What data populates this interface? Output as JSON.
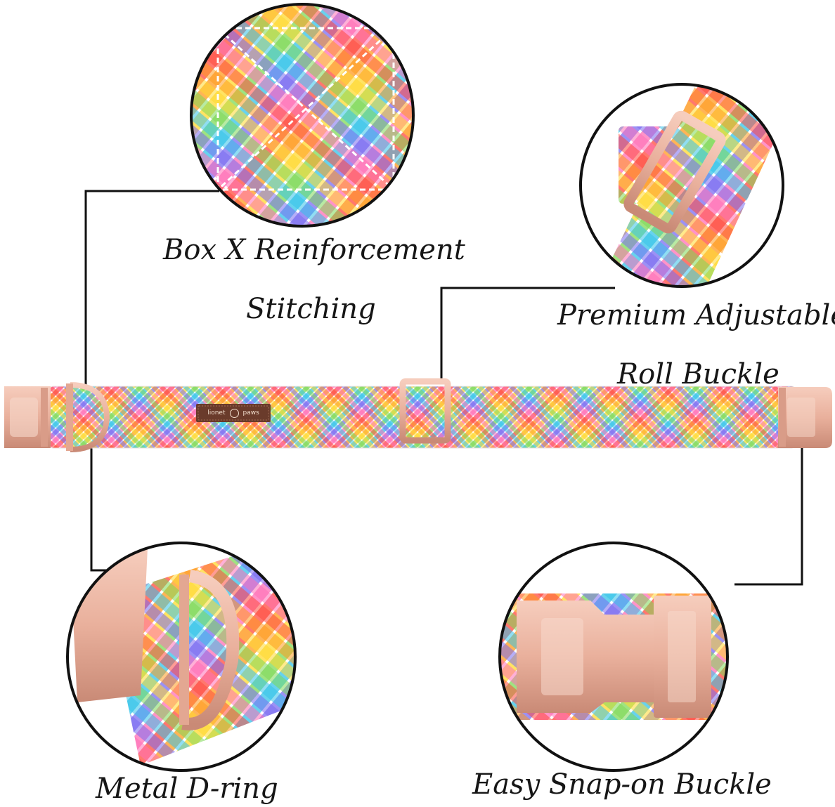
{
  "annotations": {
    "box_x": {
      "line1": "Box X Reinforcement",
      "line2": "Stitching"
    },
    "adjustable": {
      "line1": "Premium Adjustable",
      "line2": "Roll Buckle"
    },
    "d_ring": {
      "label": "Metal D-ring"
    },
    "snap_buckle": {
      "label": "Easy Snap-on Buckle"
    }
  },
  "collar_tag": {
    "word1": "lionet",
    "word2": "paws"
  },
  "colors": {
    "rose_gold": "#e9b09c",
    "rose_gold_dark": "#c98a76",
    "tag_brown": "#6a3b2b",
    "callout_line": "#111111",
    "plaid": [
      "#ff4a3d",
      "#ff9a1f",
      "#ffd92e",
      "#7ed957",
      "#34c3e8",
      "#7a6cf0",
      "#ff6fb5"
    ]
  }
}
